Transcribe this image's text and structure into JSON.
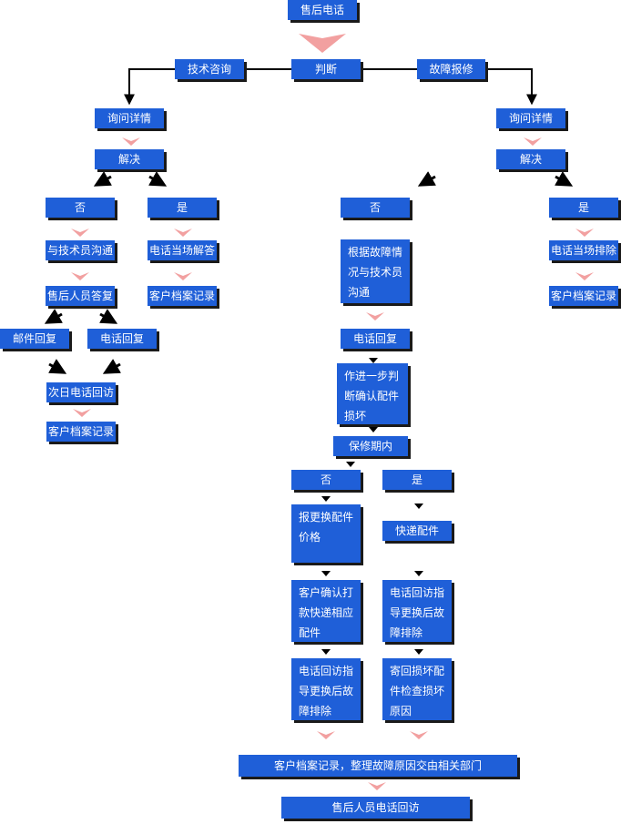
{
  "nodes": {
    "hotline": "售后电话",
    "judge": "判断",
    "tech_consult": "技术咨询",
    "fault_repair": "故障报修",
    "l_inquire": "询问详情",
    "l_solve": "解决",
    "l_no": "否",
    "l_yes": "是",
    "l_comm_tech": "与技术员沟通",
    "l_phone_answer": "电话当场解答",
    "l_after_sales_reply": "售后人员答复",
    "l_record_yes": "客户档案记录",
    "l_mail_reply": "邮件回复",
    "l_phone_reply": "电话回复",
    "l_next_day_callback": "次日电话回访",
    "l_record_final": "客户档案记录",
    "r_inquire": "询问详情",
    "r_solve": "解决",
    "r_yes": "是",
    "r_phone_fix": "电话当场排除",
    "r_record_yes": "客户档案记录",
    "m_no": "否",
    "m_comm_by_fault": "根据故障情况与技术员沟通",
    "m_phone_reply": "电话回复",
    "m_further_judge": "作进一步判断确认配件损坏",
    "m_warranty": "保修期内",
    "w_no": "否",
    "w_yes": "是",
    "w_quote": "报更换配件价格",
    "w_express_parts": "快递配件",
    "w_customer_pay": "客户确认打款快递相应配件",
    "w_callback_guide_yes": "电话回访指导更换后故障排除",
    "w_callback_guide_no": "电话回访指导更换后故障排除",
    "w_return_broken": "寄回损坏配件检查损坏原因",
    "final_record": "客户档案记录，整理故障原因交由相关部门",
    "final_callback": "售后人员电话回访"
  },
  "colors": {
    "box": "#1f5fd8",
    "box_text": "#ffffff",
    "shadow": "#1a1a1a",
    "pink_arrow": "#f2a0a0",
    "black_arrow": "#000000"
  }
}
